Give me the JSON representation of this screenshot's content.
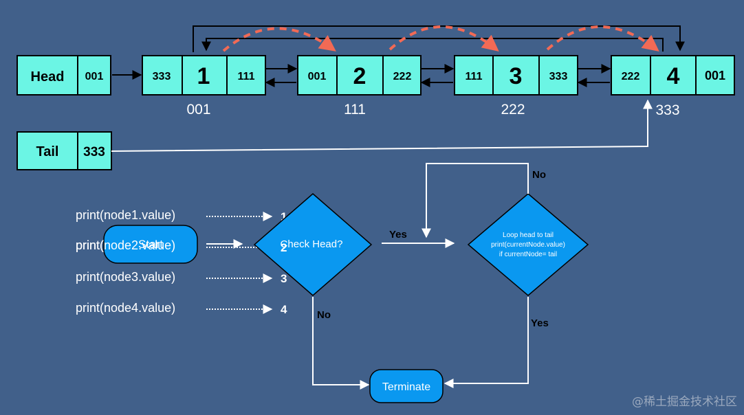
{
  "list": {
    "head": {
      "label": "Head",
      "value": "001"
    },
    "tail": {
      "label": "Tail",
      "value": "333"
    },
    "nodes": [
      {
        "prev": "333",
        "value": "1",
        "next": "111",
        "address": "001"
      },
      {
        "prev": "001",
        "value": "2",
        "next": "222",
        "address": "111"
      },
      {
        "prev": "111",
        "value": "3",
        "next": "333",
        "address": "222"
      },
      {
        "prev": "222",
        "value": "4",
        "next": "001",
        "address": "333"
      }
    ]
  },
  "prints": [
    {
      "code": "print(node1.value)",
      "output": "1"
    },
    {
      "code": "print(node2.value)",
      "output": "2"
    },
    {
      "code": "print(node3.value)",
      "output": "3"
    },
    {
      "code": "print(node4.value)",
      "output": "4"
    }
  ],
  "flow": {
    "start": "Start",
    "check": "Check Head?",
    "yes_label": "Yes",
    "no_label": "No",
    "loop_lines": [
      "Loop head to tail",
      "print(currentNode.value)",
      "if currentNode= tail"
    ],
    "loop_yes": "Yes",
    "loop_no": "No",
    "terminate": "Terminate"
  },
  "watermark": "@稀土掘金技术社区",
  "colors": {
    "background": "#41608a",
    "node": "#6bf5e4",
    "diamond": "#0a98f0",
    "dashed_arrow": "#f26a55"
  }
}
